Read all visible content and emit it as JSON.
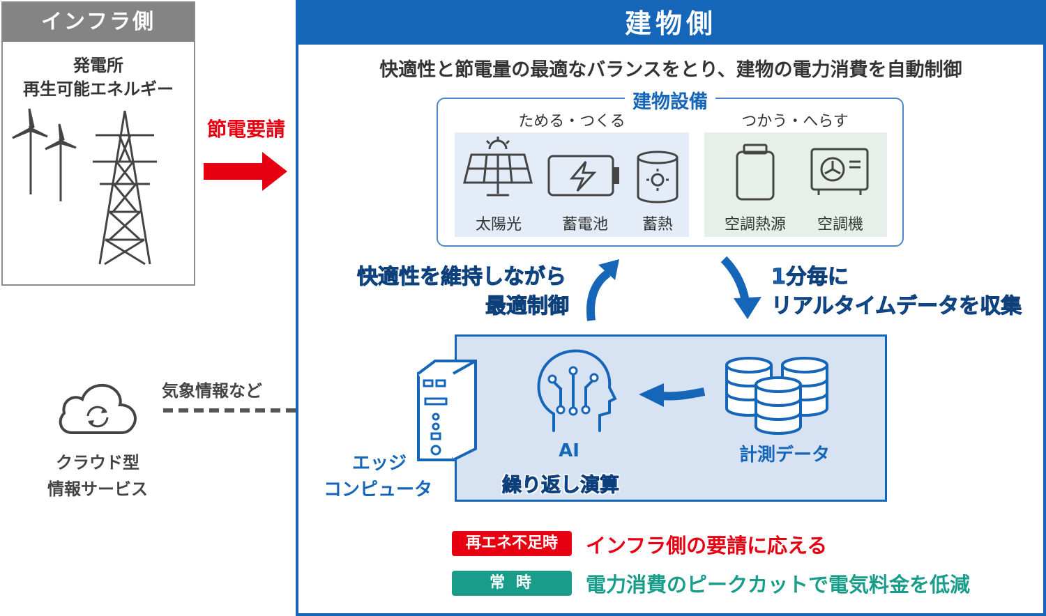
{
  "infra": {
    "title": "インフラ側",
    "plant_line1": "発電所",
    "plant_line2": "再生可能エネルギー"
  },
  "request": "節電要請",
  "cloud": {
    "line1": "クラウド型",
    "line2": "情報サービス",
    "weather": "気象情報など"
  },
  "building": {
    "title": "建物側",
    "subtitle": "快適性と節電量の最適なバランスをとり、建物の電力消費を自動制御"
  },
  "equipment": {
    "title": "建物設備",
    "store_title": "ためる・つくる",
    "use_title": "つかう・へらす",
    "solar": "太陽光",
    "battery": "蓄電池",
    "heat": "蓄熱",
    "hvac_source": "空調熱源",
    "ac_unit": "空調機"
  },
  "loop": {
    "control_line1": "快適性を維持しながら",
    "control_line2": "最適制御",
    "collect_line1": "1分毎に",
    "collect_line2": "リアルタイムデータを収集"
  },
  "edge": {
    "line1": "エッジ",
    "line2": "コンピュータ",
    "ai": "AI",
    "ai_sub": "繰り返し演算",
    "data": "計測データ"
  },
  "footer": {
    "badge_shortage": "再エネ不足時",
    "text_shortage": "インフラ側の要請に応える",
    "badge_normal": "常 時",
    "text_normal": "電力消費のピークカットで電気料金を低減"
  },
  "colors": {
    "blue": "#1565b8",
    "red": "#e60012",
    "teal": "#1a9c8a",
    "gray": "#848484"
  }
}
